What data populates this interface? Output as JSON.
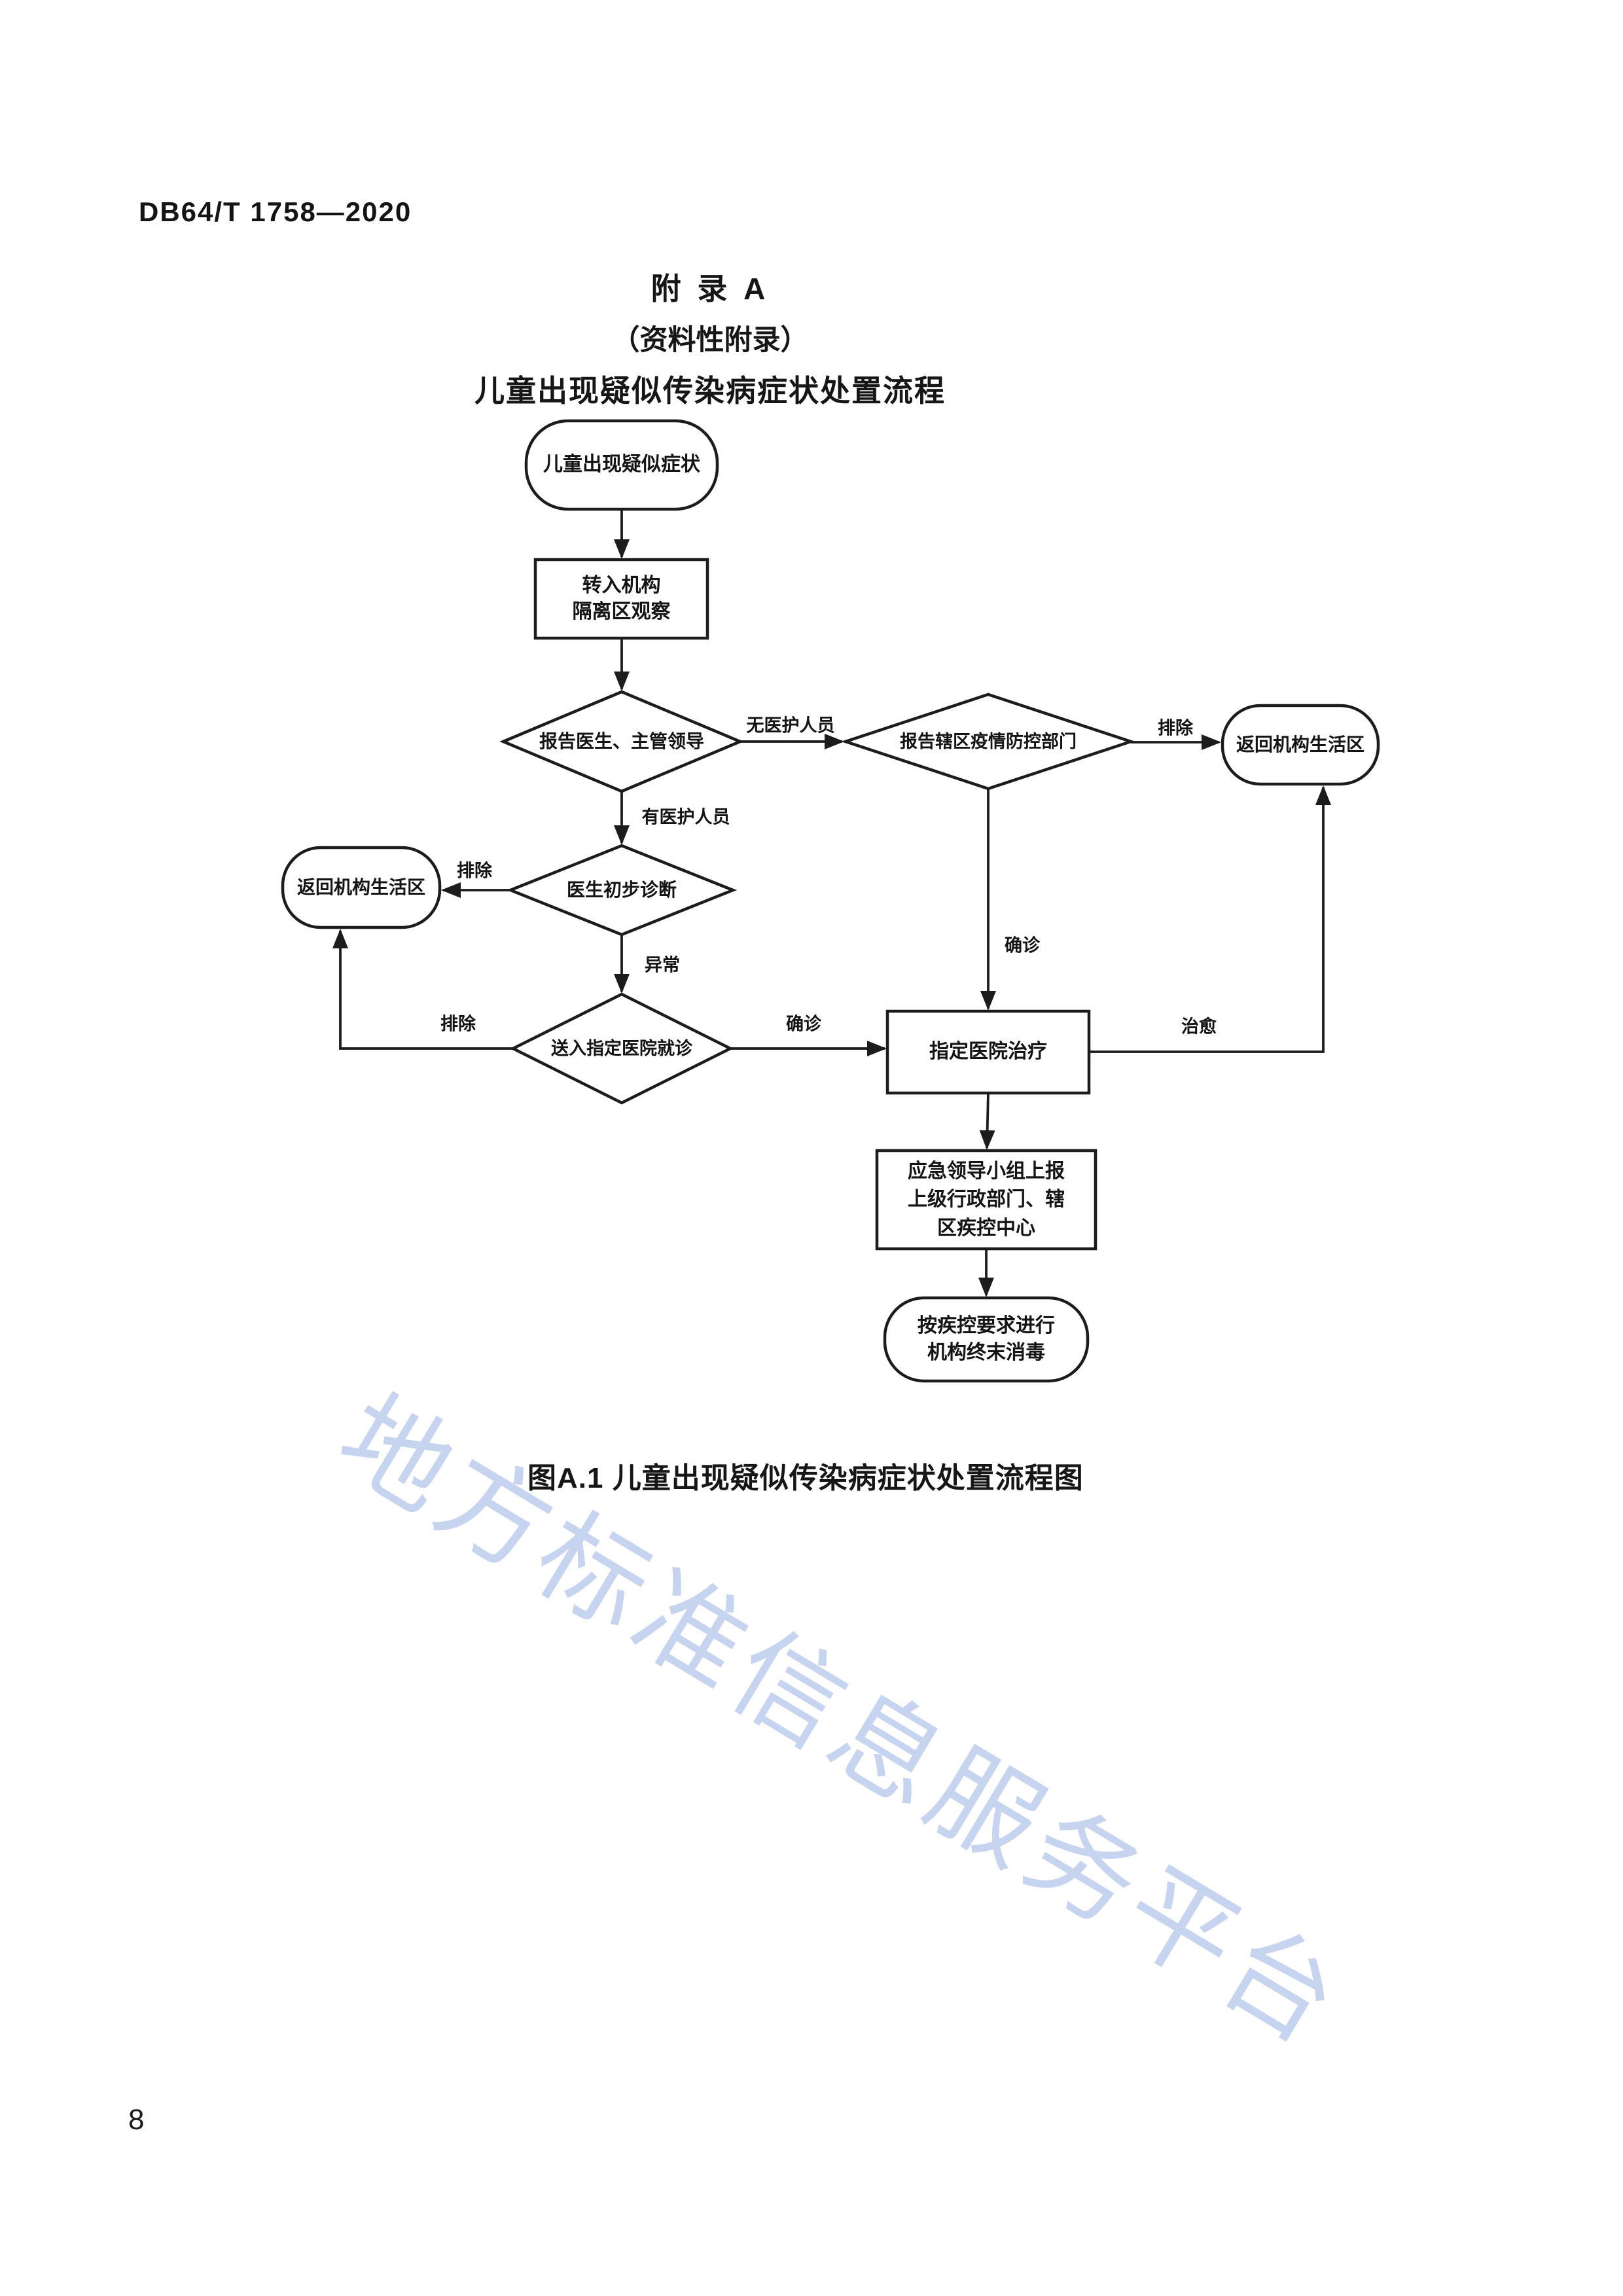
{
  "page": {
    "header": "DB64/T 1758—2020",
    "page_number": "8",
    "watermark": "地方标准信息服务平台"
  },
  "appendix": {
    "title_line1": "附  录  A",
    "title_line2": "（资料性附录）",
    "title_line3": "儿童出现疑似传染病症状处置流程",
    "caption": "图A.1  儿童出现疑似传染病症状处置流程图"
  },
  "flowchart": {
    "nodes": {
      "start": {
        "label": "儿童出现疑似症状"
      },
      "isolate": {
        "line1": "转入机构",
        "line2": "隔离区观察"
      },
      "report_leaders": {
        "label": "报告医生、主管领导"
      },
      "report_district": {
        "label": "报告辖区疫情防控部门"
      },
      "return_right": {
        "label": "返回机构生活区"
      },
      "doctor_diagnosis": {
        "label": "医生初步诊断"
      },
      "return_left": {
        "label": "返回机构生活区"
      },
      "send_hospital": {
        "label": "送入指定医院就诊"
      },
      "hospital_treat": {
        "label": "指定医院治疗"
      },
      "emergency_report": {
        "line1": "应急领导小组上报",
        "line2": "上级行政部门、辖",
        "line3": "区疾控中心"
      },
      "final_disinfect": {
        "line1": "按疾控要求进行",
        "line2": "机构终末消毒"
      }
    },
    "edge_labels": {
      "no_medical": "无医护人员",
      "has_medical": "有医护人员",
      "excluded_right": "排除",
      "excluded_left": "排除",
      "excluded_bottom": "排除",
      "confirmed_down": "确诊",
      "confirmed_right": "确诊",
      "abnormal": "异常",
      "cured": "治愈"
    }
  },
  "colors": {
    "ink": "#1c1c1c",
    "watermark_blue": "#98b1e2",
    "paper": "#ffffff"
  }
}
